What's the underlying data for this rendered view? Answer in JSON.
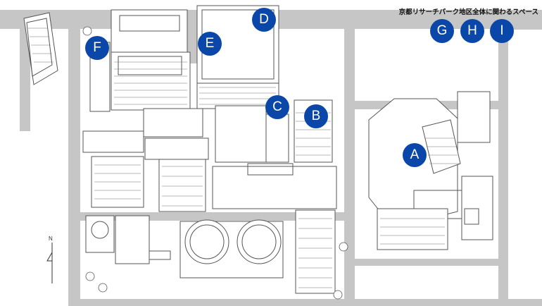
{
  "map": {
    "caption": "京都リサーチパーク地区全体に関わるスペース",
    "north_label": "N",
    "colors": {
      "road": "#c6c6c6",
      "marker": "#0a47a8",
      "marker_text": "#ffffff"
    },
    "markers": [
      {
        "id": "A",
        "label": "A"
      },
      {
        "id": "B",
        "label": "B"
      },
      {
        "id": "C",
        "label": "C"
      },
      {
        "id": "D",
        "label": "D"
      },
      {
        "id": "E",
        "label": "E"
      },
      {
        "id": "F",
        "label": "F"
      },
      {
        "id": "G",
        "label": "G"
      },
      {
        "id": "H",
        "label": "H"
      },
      {
        "id": "I",
        "label": "I"
      }
    ]
  }
}
